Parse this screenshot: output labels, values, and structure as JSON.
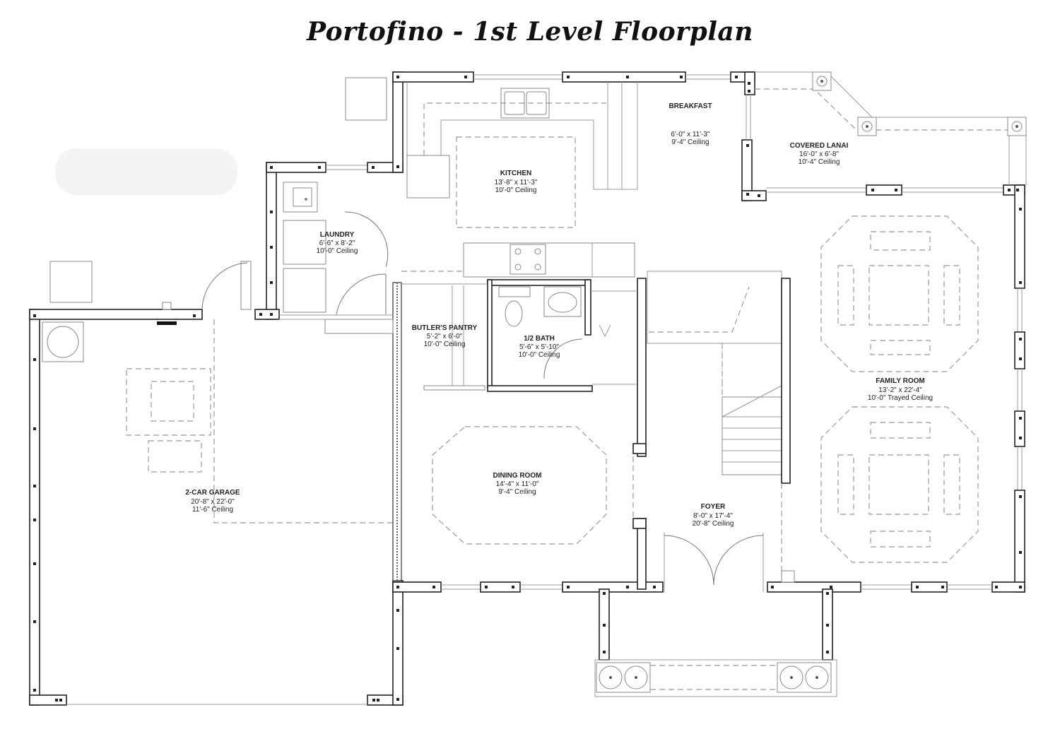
{
  "title": "Portofino - 1st Level Floorplan",
  "rooms": [
    {
      "id": "breakfast",
      "name": "BREAKFAST",
      "size": "6'-0\" x 11'-3\"",
      "ceiling": "9'-4\" Ceiling"
    },
    {
      "id": "covered-lanai",
      "name": "COVERED LANAI",
      "size": "16'-0\" x 6'-8\"",
      "ceiling": "10'-4\" Ceiling"
    },
    {
      "id": "kitchen",
      "name": "KITCHEN",
      "size": "13'-8\" x 11'-3\"",
      "ceiling": "10'-0\" Ceiling"
    },
    {
      "id": "laundry",
      "name": "LAUNDRY",
      "size": "6'-6\" x 8'-2\"",
      "ceiling": "10'-0\" Ceiling"
    },
    {
      "id": "butlers-pantry",
      "name": "BUTLER'S PANTRY",
      "size": "5'-2\" x 6'-0\"",
      "ceiling": "10'-0\" Ceiling"
    },
    {
      "id": "half-bath",
      "name": "1/2 BATH",
      "size": "5'-6\" x 5'-10\"",
      "ceiling": "10'-0\" Ceiling"
    },
    {
      "id": "family-room",
      "name": "FAMILY ROOM",
      "size": "13'-2\" x 22'-4\"",
      "ceiling": "10'-0\" Trayed Ceiling"
    },
    {
      "id": "dining-room",
      "name": "DINING ROOM",
      "size": "14'-4\" x 11'-0\"",
      "ceiling": "9'-4\" Ceiling"
    },
    {
      "id": "garage",
      "name": "2-CAR GARAGE",
      "size": "20'-8\" x 22'-0\"",
      "ceiling": "11'-6\" Ceiling"
    },
    {
      "id": "foyer",
      "name": "FOYER",
      "size": "8'-0\" x 17'-4\"",
      "ceiling": "20'-8\" Ceiling"
    }
  ]
}
